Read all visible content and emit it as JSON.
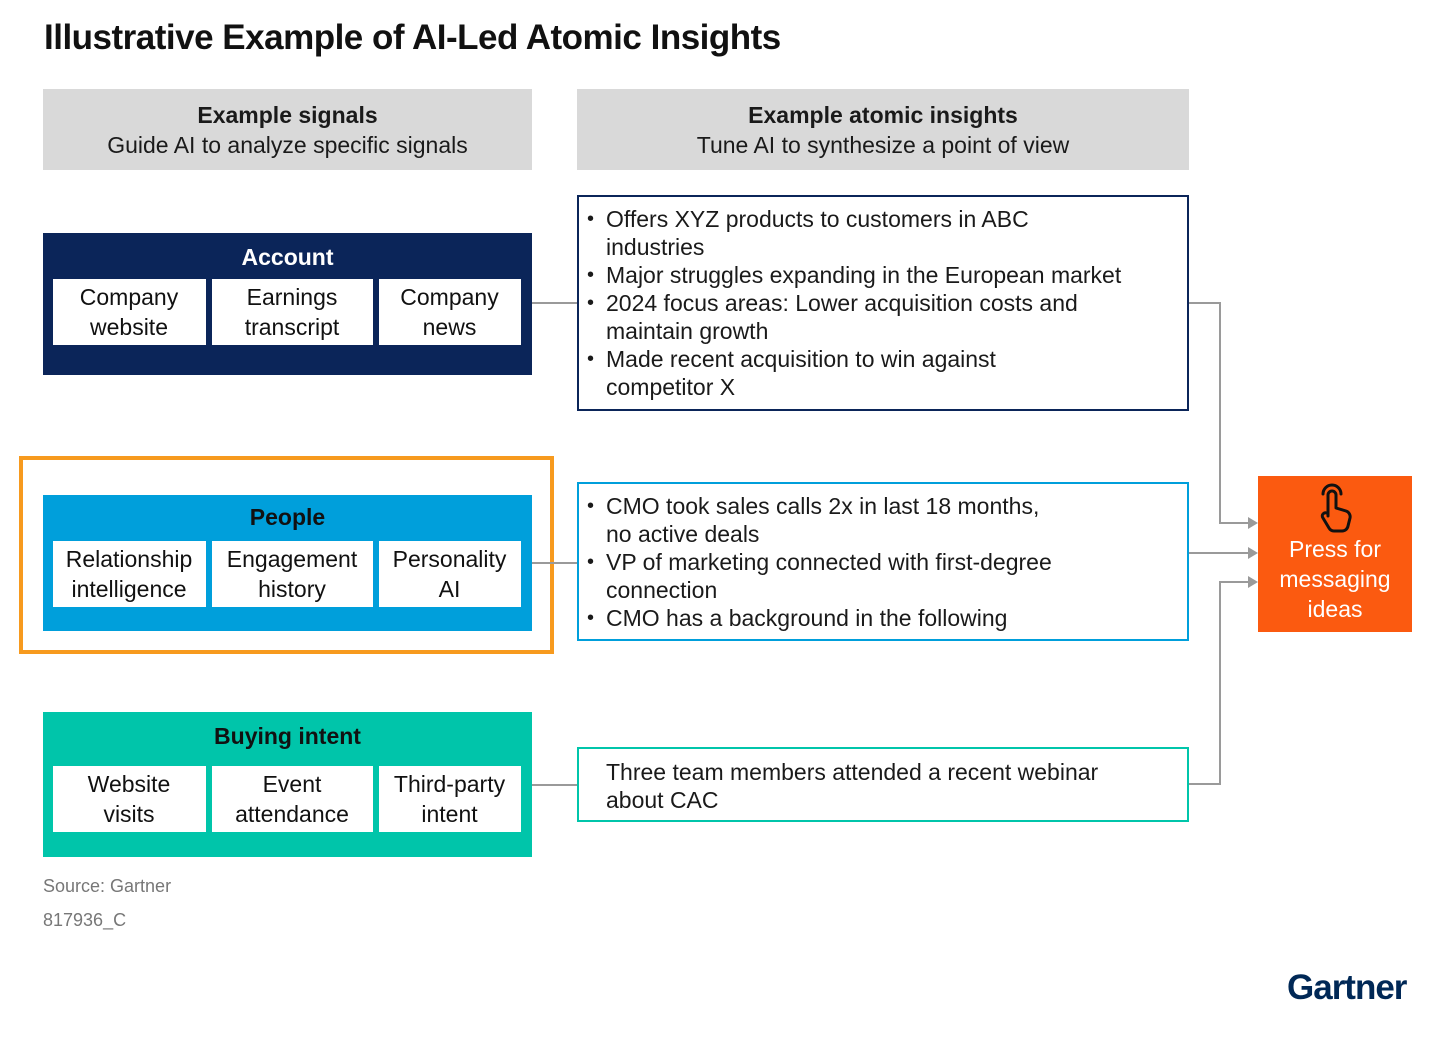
{
  "title": "Illustrative Example of AI-Led Atomic Insights",
  "signals_header": {
    "title": "Example signals",
    "subtitle": "Guide AI to analyze specific signals"
  },
  "insights_header": {
    "title": "Example atomic insights",
    "subtitle": "Tune AI to synthesize a point of view"
  },
  "groups": [
    {
      "title": "Account",
      "color": "#0b2559",
      "chips": [
        {
          "l1": "Company",
          "l2": "website"
        },
        {
          "l1": "Earnings",
          "l2": "transcript"
        },
        {
          "l1": "Company",
          "l2": "news"
        }
      ]
    },
    {
      "title": "People",
      "color": "#009fdb",
      "chips": [
        {
          "l1": "Relationship",
          "l2": "intelligence"
        },
        {
          "l1": "Engagement",
          "l2": "history"
        },
        {
          "l1": "Personality",
          "l2": "AI"
        }
      ]
    },
    {
      "title": "Buying intent",
      "color": "#00c5aa",
      "chips": [
        {
          "l1": "Website",
          "l2": "visits"
        },
        {
          "l1": "Event",
          "l2": "attendance"
        },
        {
          "l1": "Third-party",
          "l2": "intent"
        }
      ]
    }
  ],
  "insights": [
    {
      "border": "#0b2559",
      "bullets": [
        {
          "l1": "Offers XYZ products to customers in ABC",
          "l2": "industries"
        },
        {
          "l1": "Major struggles expanding in the European market",
          "l2": ""
        },
        {
          "l1": "2024 focus areas: Lower acquisition costs and",
          "l2": "maintain growth"
        },
        {
          "l1": "Made recent acquisition to win against",
          "l2": "competitor X"
        }
      ]
    },
    {
      "border": "#009fdb",
      "bullets": [
        {
          "l1": "CMO took sales calls 2x in last 18 months,",
          "l2": "no active deals"
        },
        {
          "l1": "VP of marketing connected with first-degree",
          "l2": "connection"
        },
        {
          "l1": "CMO has a background in the following",
          "l2": ""
        }
      ]
    },
    {
      "border": "#00c5aa",
      "text": {
        "l1": "Three team members attended a recent webinar",
        "l2": "about CAC"
      }
    }
  ],
  "press_button": {
    "l1": "Press for",
    "l2": "messaging",
    "l3": "ideas",
    "icon": "pointer-hand-icon",
    "color": "#fb5a10"
  },
  "highlight_color": "#f79a1e",
  "source": "Source: Gartner",
  "figure_id": "817936_C",
  "logo": "Gartner"
}
